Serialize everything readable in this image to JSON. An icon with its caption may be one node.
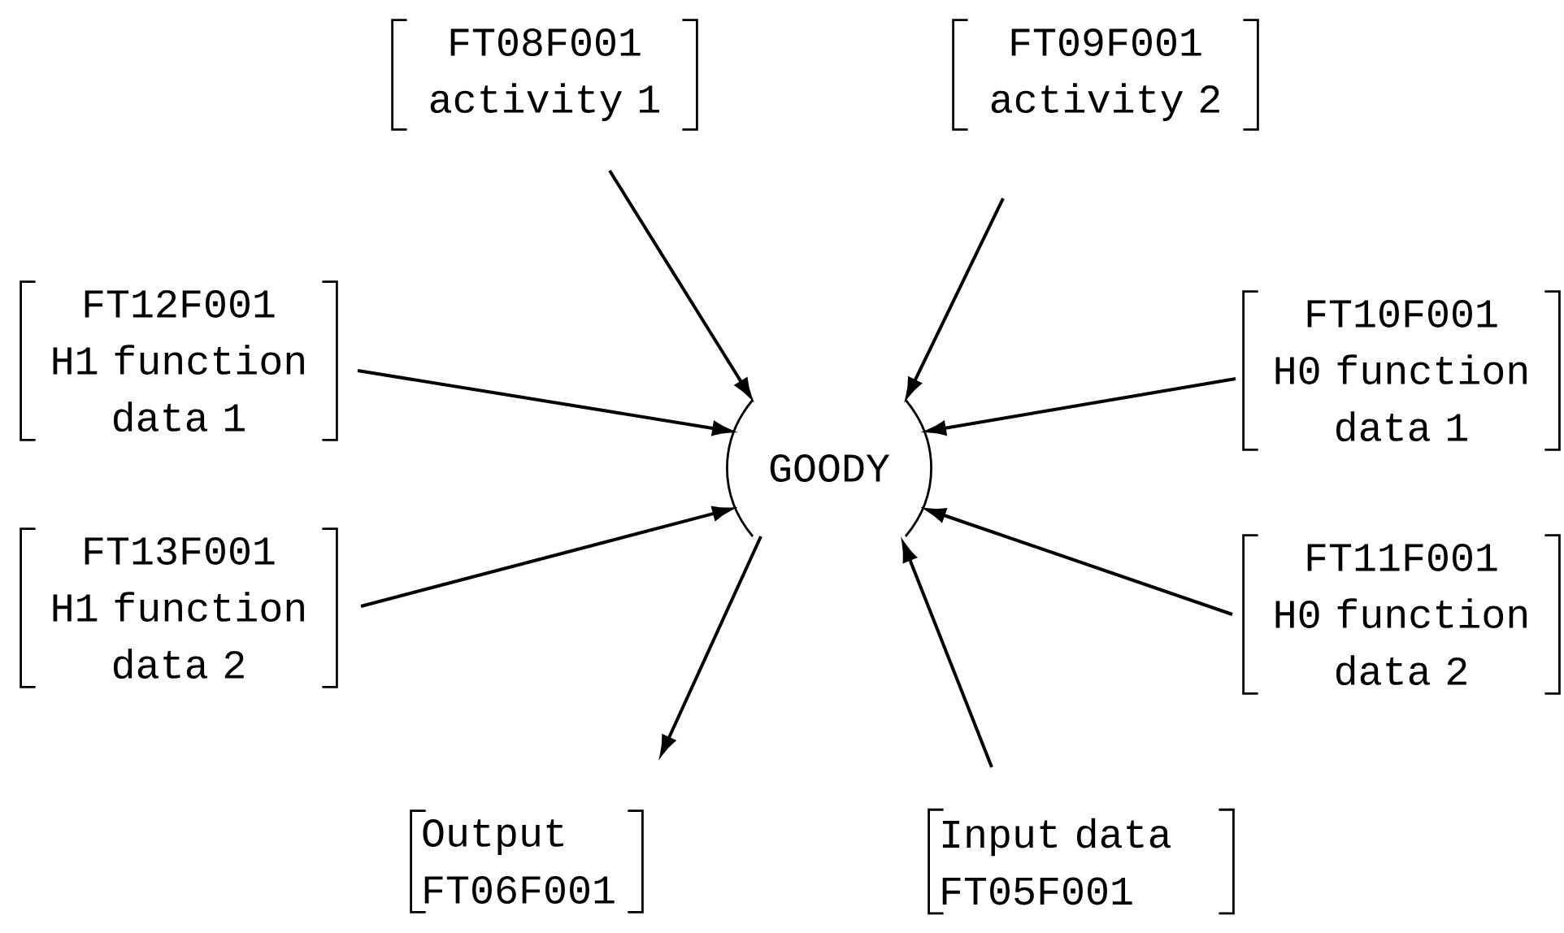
{
  "diagram": {
    "nodes": [
      {
        "text": [
          "FT08F001",
          "activity 1"
        ]
      },
      {
        "text": [
          "FT09F001",
          "activity 2"
        ]
      },
      {
        "text": [
          "FT12F001",
          "H1 function data 1"
        ]
      },
      {
        "text": [
          "FT10F001",
          "H0 function data 1"
        ]
      },
      {
        "text": [
          "GOODY"
        ]
      },
      {
        "text": [
          "FT13F001",
          "H1 function data 2"
        ]
      },
      {
        "text": [
          "FT11F001",
          "H0 function data 2"
        ]
      },
      {
        "text": [
          "Output",
          "FT06F001"
        ]
      },
      {
        "text": [
          "Input data",
          "FT05F001"
        ]
      }
    ],
    "edges": [
      {
        "from": 0,
        "to": 4,
        "arrow": "to"
      },
      {
        "from": 1,
        "to": 4,
        "arrow": "to"
      },
      {
        "from": 2,
        "to": 4,
        "arrow": "to"
      },
      {
        "from": 3,
        "to": 4,
        "arrow": "to"
      },
      {
        "from": 5,
        "to": 4,
        "arrow": "to"
      },
      {
        "from": 6,
        "to": 4,
        "arrow": "to"
      },
      {
        "from": 4,
        "to": 7,
        "arrow": "to"
      },
      {
        "from": 8,
        "to": 4,
        "arrow": "to"
      }
    ]
  }
}
